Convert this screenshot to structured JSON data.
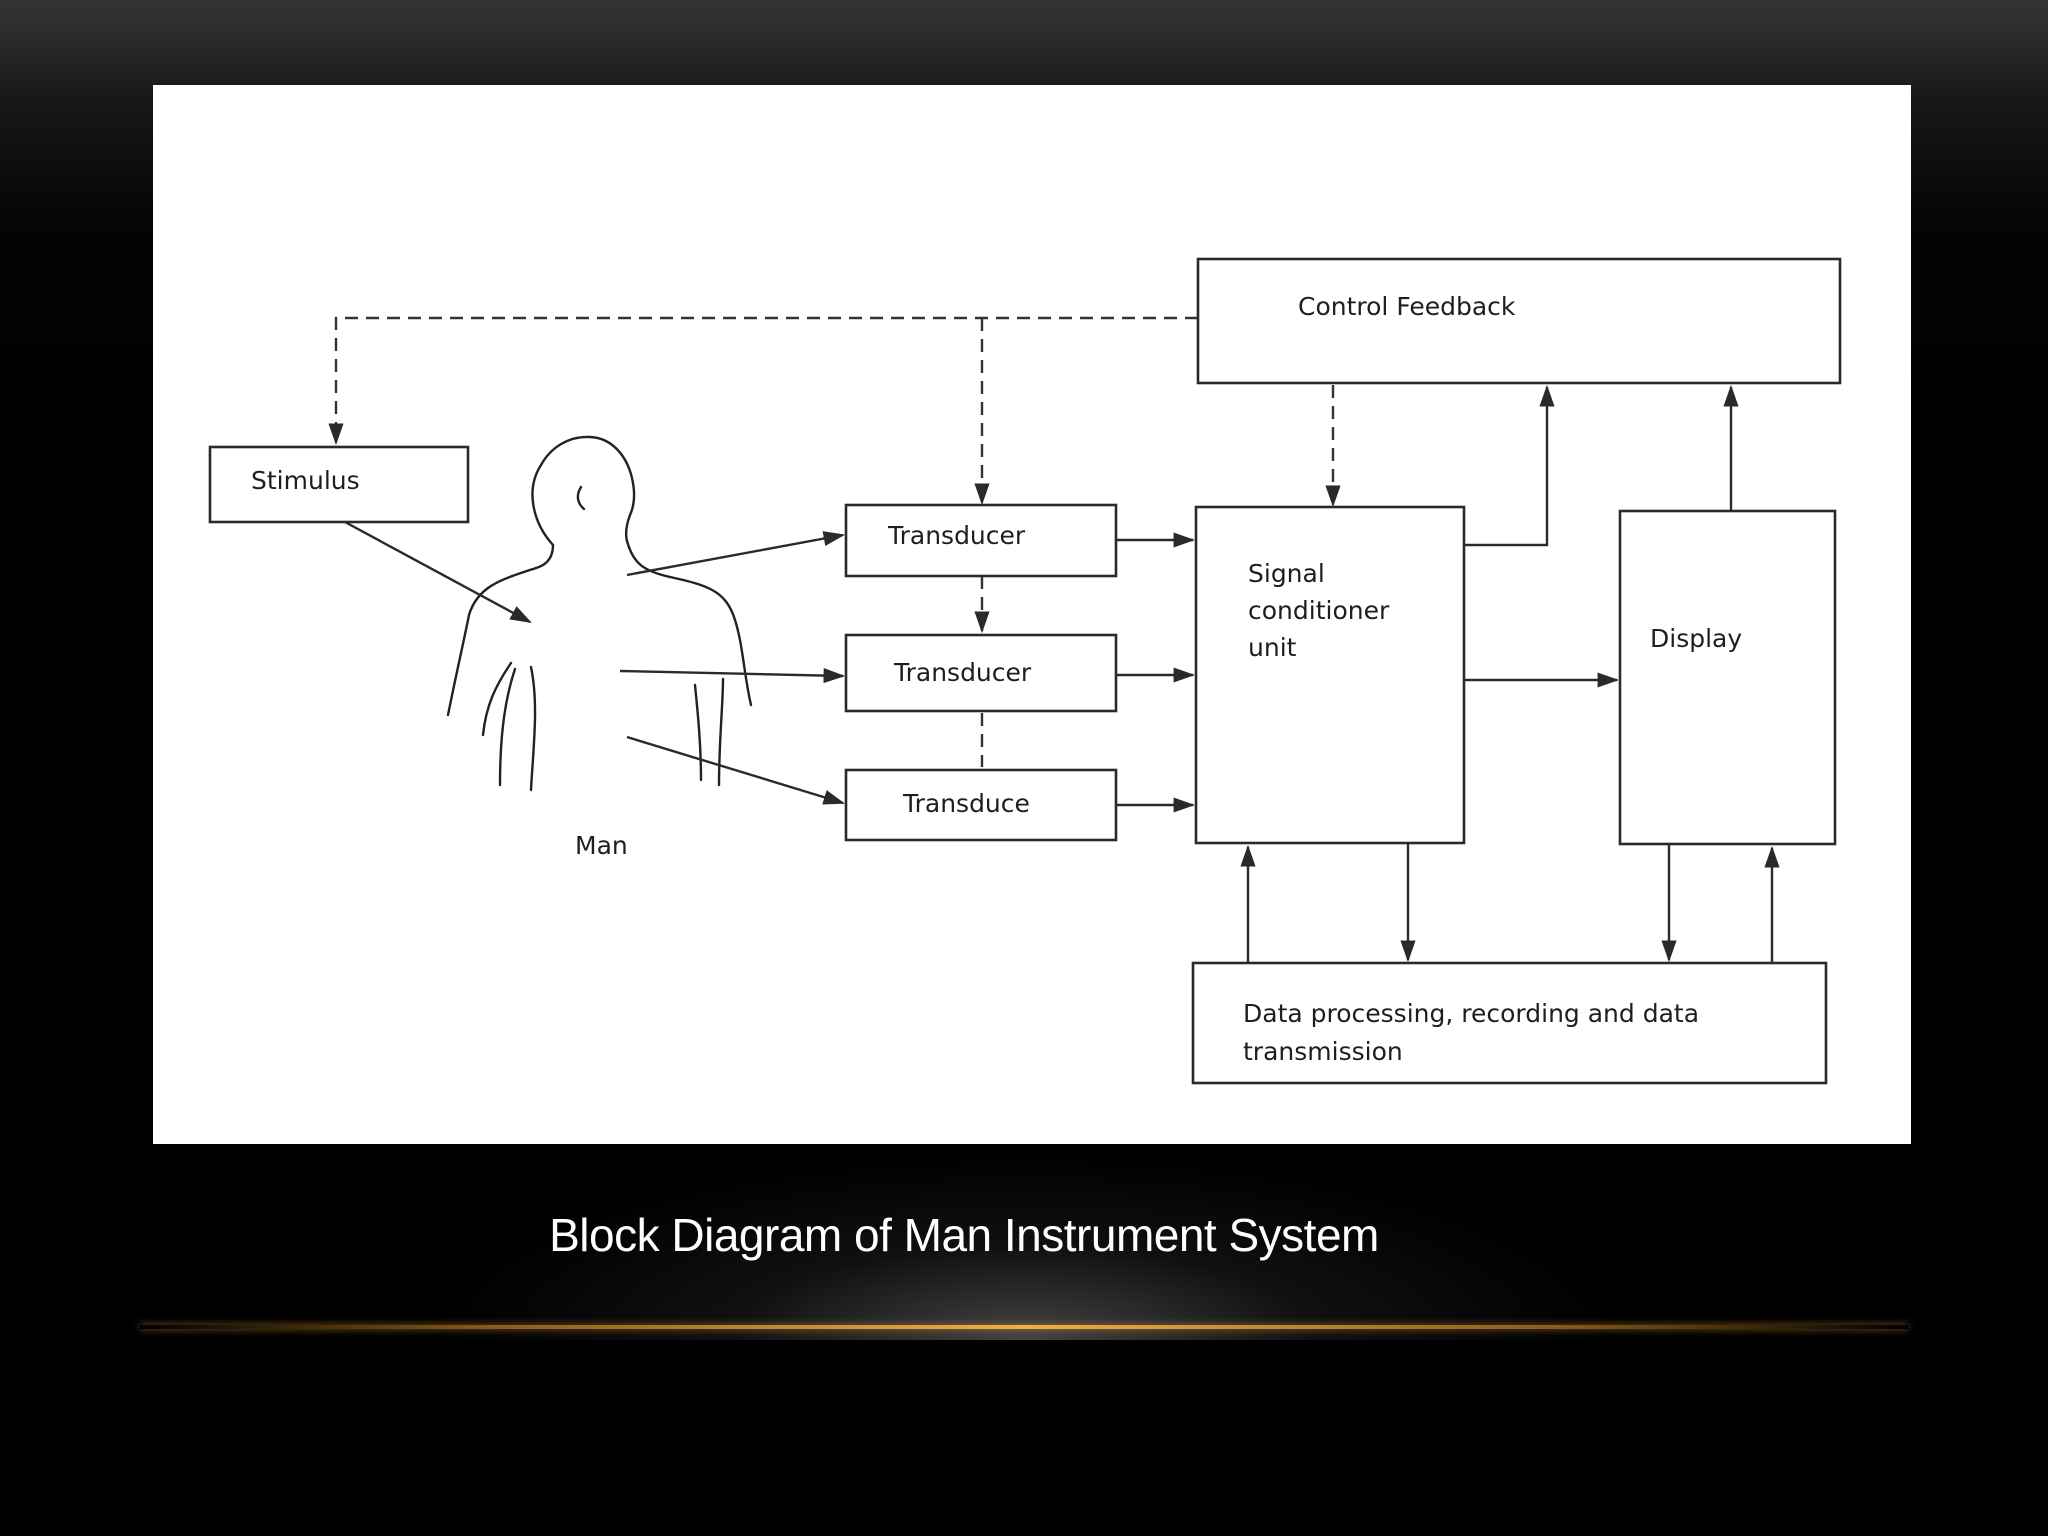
{
  "slide": {
    "caption": "Block Diagram of Man Instrument System"
  },
  "diagram": {
    "nodes": {
      "stimulus": "Stimulus",
      "man": "Man",
      "transducer_1": "Transducer",
      "transducer_2": "Transducer",
      "transducer_3": "Transduce",
      "signal_conditioner": [
        "Signal",
        "conditioner",
        "unit"
      ],
      "display": "Display",
      "control_feedback": "Control Feedback",
      "data_processing": [
        "Data processing, recording and data",
        "transmission"
      ]
    },
    "edges": [
      {
        "from": "control_feedback",
        "to": "stimulus",
        "style": "dashed"
      },
      {
        "from": "control_feedback",
        "to": "transducer_1",
        "style": "dashed"
      },
      {
        "from": "control_feedback",
        "to": "signal_conditioner",
        "style": "dashed"
      },
      {
        "from": "transducer_1",
        "to": "transducer_2",
        "style": "dashed"
      },
      {
        "from": "transducer_2",
        "to": "transducer_3",
        "style": "dashed"
      },
      {
        "from": "stimulus",
        "to": "man",
        "style": "solid"
      },
      {
        "from": "man",
        "to": "transducer_1",
        "style": "solid"
      },
      {
        "from": "man",
        "to": "transducer_2",
        "style": "solid"
      },
      {
        "from": "man",
        "to": "transducer_3",
        "style": "solid"
      },
      {
        "from": "transducer_1",
        "to": "signal_conditioner",
        "style": "solid"
      },
      {
        "from": "transducer_2",
        "to": "signal_conditioner",
        "style": "solid"
      },
      {
        "from": "transducer_3",
        "to": "signal_conditioner",
        "style": "solid"
      },
      {
        "from": "signal_conditioner",
        "to": "display",
        "style": "solid"
      },
      {
        "from": "signal_conditioner",
        "to": "control_feedback",
        "style": "solid"
      },
      {
        "from": "display",
        "to": "control_feedback",
        "style": "solid"
      },
      {
        "from": "signal_conditioner",
        "to": "data_processing",
        "style": "solid"
      },
      {
        "from": "data_processing",
        "to": "signal_conditioner",
        "style": "solid"
      },
      {
        "from": "display",
        "to": "data_processing",
        "style": "solid"
      },
      {
        "from": "data_processing",
        "to": "display",
        "style": "solid"
      }
    ]
  },
  "colors": {
    "diagram_background": "#ffffff",
    "diagram_ink": "#2a2a2a",
    "caption_text": "#ffffff",
    "accent_line": "#f0b04a"
  }
}
